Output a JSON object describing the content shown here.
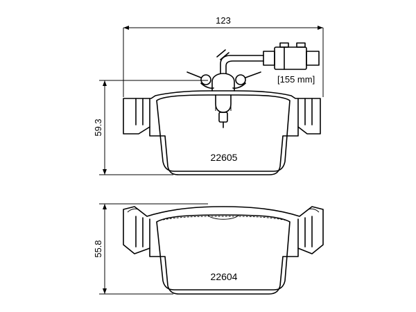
{
  "dimensions": {
    "overall_width": "123",
    "top_pad_height": "59.3",
    "bottom_pad_height": "55.8",
    "wire_length": "[155 mm]"
  },
  "pads": {
    "top_part_number": "22605",
    "bottom_part_number": "22604"
  }
}
